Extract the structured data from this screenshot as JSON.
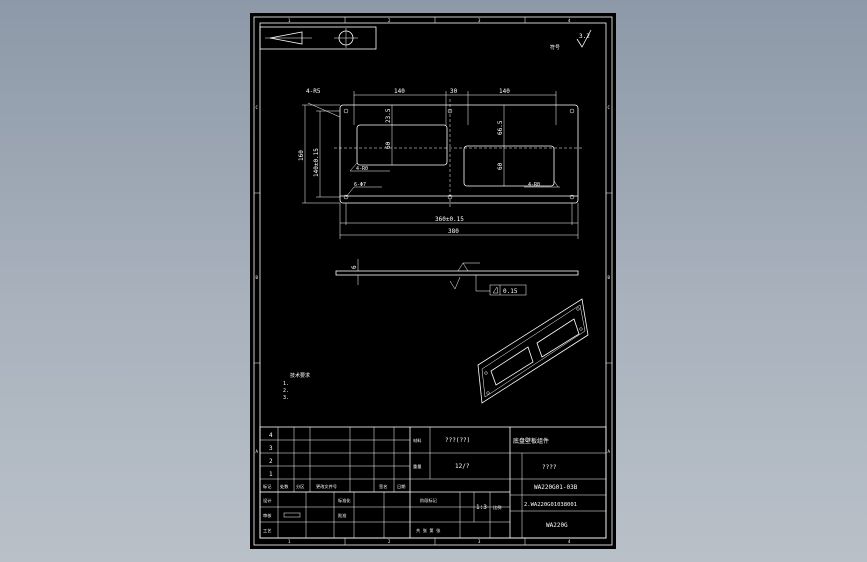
{
  "drawing": {
    "surface_finish": "3.2",
    "zone_letters_left": [
      "C",
      "B",
      "A"
    ],
    "zone_letters_right": [
      "C",
      "B",
      "A"
    ],
    "zone_numbers_top": [
      "1",
      "2",
      "3",
      "4"
    ],
    "zone_numbers_bottom": [
      "1",
      "2",
      "3",
      "4"
    ],
    "dims": {
      "hole_callout": "4-R5",
      "top_140_left": "140",
      "top_30": "30",
      "top_140_right": "140",
      "d_235": "23.5",
      "d_665": "66.5",
      "d_60_left": "60",
      "d_60_right": "60",
      "d_160": "160",
      "d_140tol": "140±0.15",
      "r_left": "4-R0",
      "r_right": "4-R0",
      "holes": "6-Φ7",
      "d_360": "360±0.15",
      "d_380": "380",
      "thickness": "6",
      "flatness": "0.15"
    },
    "notes": [
      "技术要求",
      "1.",
      "2.",
      "3."
    ]
  },
  "title_block": {
    "rev_rows": [
      "4",
      "3",
      "2",
      "1"
    ],
    "header_cols": [
      "标记",
      "处数",
      "分区",
      "更改文件号",
      "签名",
      "日期"
    ],
    "sign_rows": [
      "设计",
      "审核",
      "工艺"
    ],
    "sign_cols": [
      "标准化",
      "批准"
    ],
    "material_label": "材料",
    "material_value": "???(??)",
    "weight_label": "重量",
    "weight_value": "12/?",
    "scale_label": "比例",
    "scale_value": "1:3",
    "stage_label": "阶段标记",
    "sheet_label": "共 张 第 张",
    "title": "底盘壁板组件",
    "company": "????",
    "part_no": "WA220G01-03B",
    "sub_no": "2.WA220G01038001",
    "model": "WA220G"
  }
}
